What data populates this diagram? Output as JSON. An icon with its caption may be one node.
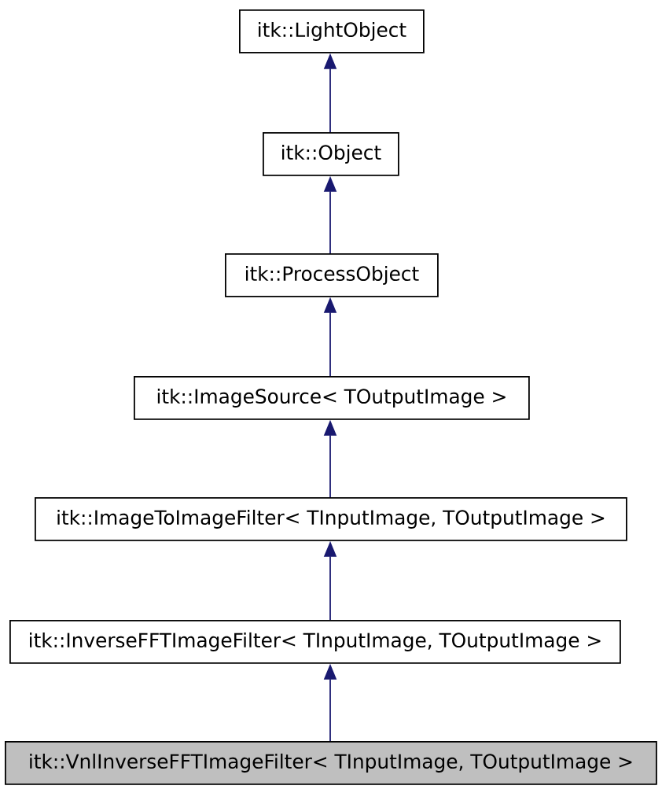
{
  "diagram": {
    "nodes": [
      {
        "text": [
          "itk::LightObject"
        ]
      },
      {
        "text": [
          "itk::Object"
        ]
      },
      {
        "text": [
          "itk::ProcessObject"
        ]
      },
      {
        "text": [
          "itk::ImageSource< TOutputImage >"
        ]
      },
      {
        "text": [
          "itk::ImageToImageFilter< TInputImage, TOutputImage >"
        ]
      },
      {
        "text": [
          "itk::InverseFFTImageFilter< TInputImage, TOutputImage >"
        ]
      },
      {
        "text": [
          "itk::VnlInverseFFTImageFilter< TInputImage, TOutputImage >"
        ]
      }
    ],
    "edges": [
      {
        "from": 1,
        "to": 0,
        "arrow": "to"
      },
      {
        "from": 2,
        "to": 1,
        "arrow": "to"
      },
      {
        "from": 3,
        "to": 2,
        "arrow": "to"
      },
      {
        "from": 4,
        "to": 3,
        "arrow": "to"
      },
      {
        "from": 5,
        "to": 4,
        "arrow": "to"
      },
      {
        "from": 6,
        "to": 5,
        "arrow": "to"
      }
    ]
  }
}
